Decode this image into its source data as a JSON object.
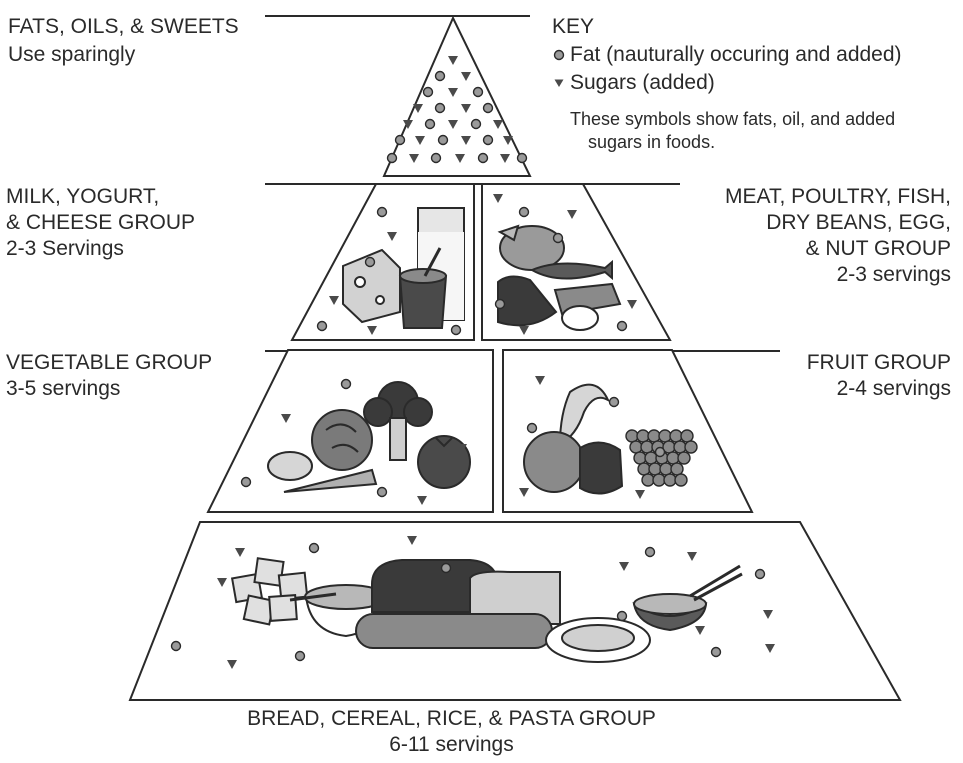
{
  "labels": {
    "fats_title": "FATS, OILS, & SWEETS",
    "fats_sub": "Use sparingly",
    "milk_l1": "MILK, YOGURT,",
    "milk_l2": "& CHEESE GROUP",
    "milk_sub": "2-3 Servings",
    "meat_l1": "MEAT, POULTRY, FISH,",
    "meat_l2": "DRY BEANS, EGG,",
    "meat_l3": "& NUT GROUP",
    "meat_sub": "2-3 servings",
    "veg_title": "VEGETABLE GROUP",
    "veg_sub": "3-5 servings",
    "fruit_title": "FRUIT GROUP",
    "fruit_sub": "2-4 servings",
    "bread_title": "BREAD, CEREAL, RICE, & PASTA GROUP",
    "bread_sub": "6-11 servings"
  },
  "key": {
    "title": "KEY",
    "fat_label": "Fat (nauturally occuring and added)",
    "sugar_label": "Sugars (added)",
    "note_l1": "These symbols show fats, oil, and added",
    "note_l2": "sugars in foods."
  },
  "colors": {
    "ink": "#2a2a2a",
    "fat_fill": "#9a9a9a",
    "food_dark": "#4a4a4a",
    "food_mid": "#8a8a8a",
    "food_light": "#d0d0d0"
  }
}
